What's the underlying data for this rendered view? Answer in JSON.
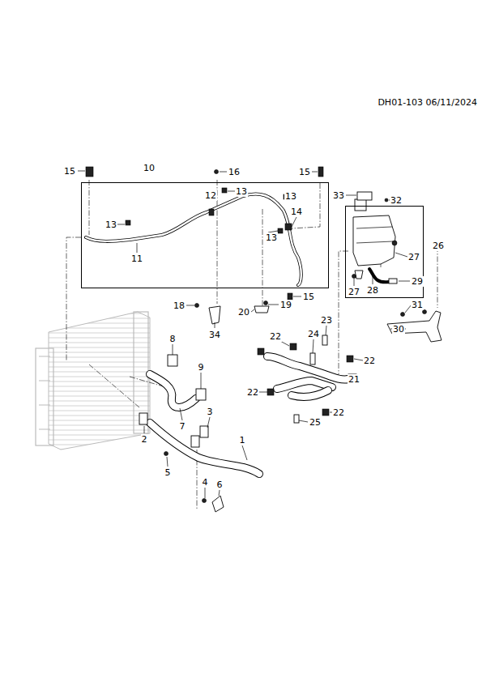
{
  "diagram": {
    "nodes": [
      {
        "text": [
          "10"
        ]
      },
      {
        "text": [
          "26"
        ]
      }
    ],
    "edges": [],
    "labels": [
      "DH01-103 06/11/2024",
      "15",
      "16",
      "15",
      "12",
      "13",
      "13",
      "33",
      "32",
      "13",
      "14",
      "13",
      "11",
      "27",
      "27",
      "28",
      "29",
      "18",
      "19",
      "15",
      "20",
      "34",
      "31",
      "30",
      "23",
      "22",
      "24",
      "8",
      "9",
      "22",
      "21",
      "7",
      "22",
      "22",
      "25",
      "2",
      "3",
      "1",
      "5",
      "4",
      "6"
    ]
  }
}
